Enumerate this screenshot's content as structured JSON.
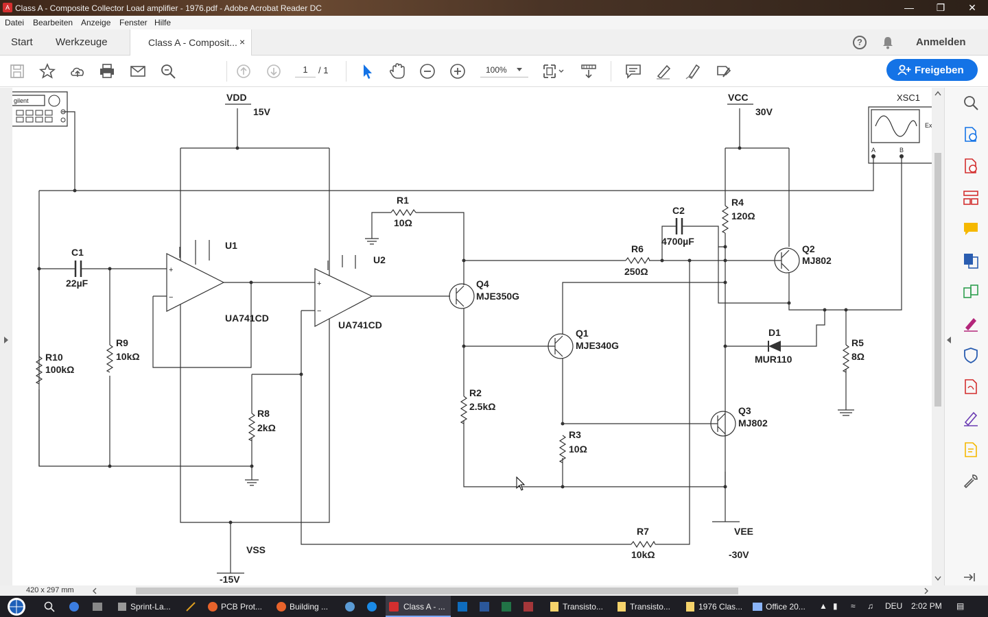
{
  "window": {
    "title": "Class A - Composite Collector Load  amplifier - 1976.pdf - Adobe Acrobat Reader DC",
    "app_icon": "pdf-icon"
  },
  "menu": [
    "Datei",
    "Bearbeiten",
    "Anzeige",
    "Fenster",
    "Hilfe"
  ],
  "tabs": {
    "start": "Start",
    "tools": "Werkzeuge",
    "document": "Class A - Composit...",
    "close": "×"
  },
  "header": {
    "signin": "Anmelden",
    "help": "?"
  },
  "toolbar": {
    "page_current": "1",
    "page_total": "/ 1",
    "zoom": "100%",
    "share": "Freigeben"
  },
  "status": {
    "page_size": "420 x 297 mm"
  },
  "schematic": {
    "labels": {
      "vdd": "VDD",
      "vdd_v": "15V",
      "vcc": "VCC",
      "vcc_v": "30V",
      "vss": "VSS",
      "vss_v": "-15V",
      "vee": "VEE",
      "vee_v": "-30V",
      "xsc1": "XSC1",
      "agilent": "gilent",
      "ext": "Ex",
      "scope_a": "A",
      "scope_b": "B",
      "c1": "C1",
      "c1_v": "22µF",
      "c2": "C2",
      "c2_v": "4700µF",
      "r1": "R1",
      "r1_v": "10Ω",
      "r2": "R2",
      "r2_v": "2.5kΩ",
      "r3": "R3",
      "r3_v": "10Ω",
      "r4": "R4",
      "r4_v": "120Ω",
      "r5": "R5",
      "r5_v": "8Ω",
      "r6": "R6",
      "r6_v": "250Ω",
      "r7": "R7",
      "r7_v": "10kΩ",
      "r8": "R8",
      "r8_v": "2kΩ",
      "r9": "R9",
      "r9_v": "10kΩ",
      "r10": "R10",
      "r10_v": "100kΩ",
      "u1": "U1",
      "u1_part": "UA741CD",
      "u2": "U2",
      "u2_part": "UA741CD",
      "q1": "Q1",
      "q1_part": "MJE340G",
      "q2": "Q2",
      "q2_part": "MJ802",
      "q3": "Q3",
      "q3_part": "MJ802",
      "q4": "Q4",
      "q4_part": "MJE350G",
      "d1": "D1",
      "d1_part": "MUR110"
    }
  },
  "taskbar": {
    "items": [
      "Sprint-La...",
      "PCB Prot...",
      "Building ...",
      "Class A - ...",
      "Transisto...",
      "Transisto...",
      "1976 Clas...",
      "Office 20..."
    ],
    "lang": "DEU",
    "time": "2:02 PM"
  }
}
